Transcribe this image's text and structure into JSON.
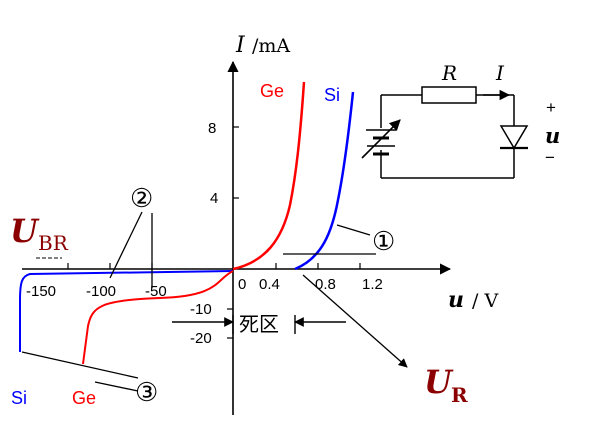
{
  "colors": {
    "background": "#ffffff",
    "axis": "#000000",
    "ge": "#ff0000",
    "si": "#0000ff",
    "symbol": "#8b0000"
  },
  "axes": {
    "current_var": "I",
    "current_unit": "/mA",
    "voltage_var": "u",
    "voltage_unit": "/ V",
    "y_ticks": [
      "8",
      "4",
      "-10",
      "-20"
    ],
    "x_ticks": [
      "0",
      "0.4",
      "0.8",
      "1.2"
    ],
    "x_neg_ticks": [
      "-150",
      "-100",
      "-50"
    ]
  },
  "labels": {
    "ge": "Ge",
    "si": "Si",
    "dead_zone": "死区",
    "breakdown_letter": "U",
    "breakdown_sub": "BR",
    "threshold_letter": "U",
    "threshold_sub": "R",
    "circled_1": "①",
    "circled_2": "②",
    "circled_3": "③"
  },
  "circuit": {
    "resistor_label": "R",
    "current_label": "I",
    "voltage_label": "u",
    "plus": "+",
    "minus": "−"
  },
  "icons": {
    "resistor": "resistor-icon",
    "battery": "variable-source-icon",
    "diode": "diode-icon",
    "arrow": "arrow-icon"
  }
}
